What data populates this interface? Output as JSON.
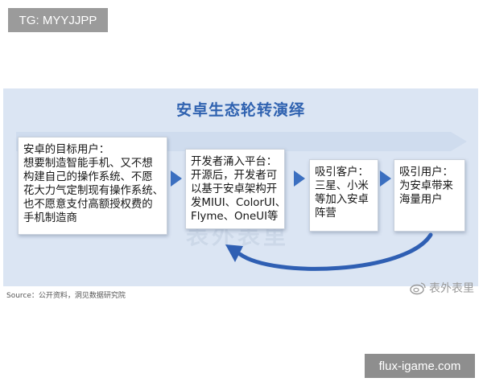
{
  "badge_top": "TG: MYYJJPP",
  "diagram": {
    "title": "安卓生态轮转演绎",
    "boxes": [
      {
        "lines": [
          "安卓的目标用户：",
          "想要制造智能手机、又不想",
          "构建自己的操作系统、不愿",
          "花大力气定制现有操作系统、",
          "也不愿意支付高额授权费的",
          "手机制造商"
        ]
      },
      {
        "lines": [
          "开发者涌入平台：",
          "开源后，开发者可",
          "以基于安卓架构开",
          "发MIUI、ColorUI、",
          "Flyme、OneUI等"
        ]
      },
      {
        "lines": [
          "吸引客户：",
          "三星、小米",
          "等加入安卓",
          "阵营"
        ]
      },
      {
        "lines": [
          "吸引用户：",
          "为安卓带来",
          "海量用户"
        ]
      }
    ],
    "watermark": "表外表里",
    "source": "Source：公开资料，洞见数据研究院"
  },
  "social_handle": "表外表里",
  "badge_site": "flux-igame.com",
  "colors": {
    "title": "#2f62b0",
    "panel": "#dbe5f3",
    "arrow": "#3b6fc0",
    "loop_arrow": "#2f5fb3"
  },
  "icons": {
    "social": "weibo-icon"
  }
}
